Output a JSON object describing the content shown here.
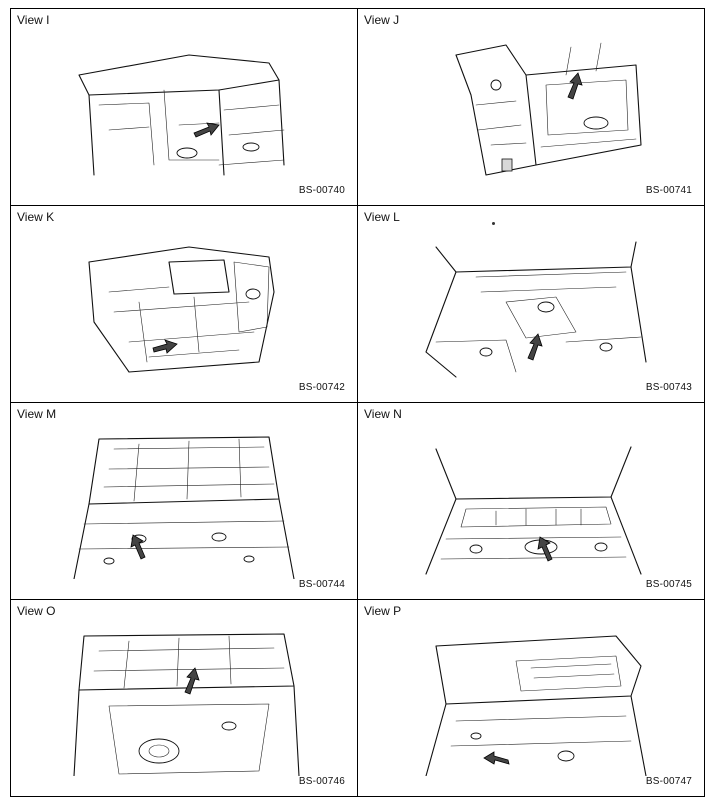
{
  "views": [
    {
      "label": "View I",
      "code": "BS-00740"
    },
    {
      "label": "View J",
      "code": "BS-00741"
    },
    {
      "label": "View K",
      "code": "BS-00742"
    },
    {
      "label": "View L",
      "code": "BS-00743"
    },
    {
      "label": "View M",
      "code": "BS-00744"
    },
    {
      "label": "View N",
      "code": "BS-00745"
    },
    {
      "label": "View O",
      "code": "BS-00746"
    },
    {
      "label": "View P",
      "code": "BS-00747"
    }
  ]
}
